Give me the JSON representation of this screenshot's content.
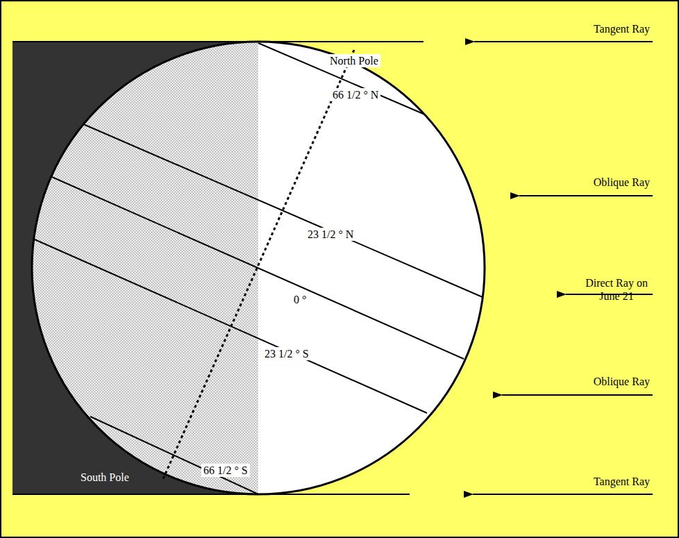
{
  "diagram": {
    "labels": [
      "Tangent Ray",
      "Oblique Ray",
      "Direct Ray on June 21",
      "Oblique Ray",
      "Tangent Ray",
      "North Pole",
      "66 1/2 ° N",
      "23 1/2 ° N",
      "0 °",
      "23 1/2 ° S",
      "66 1/2 ° S",
      "South Pole"
    ]
  }
}
